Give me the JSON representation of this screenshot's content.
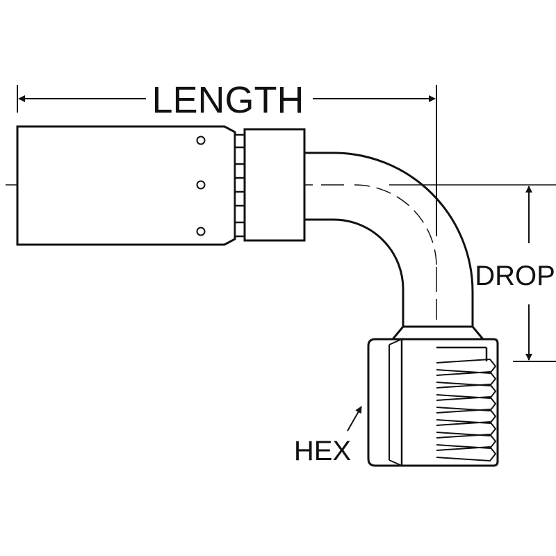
{
  "labels": {
    "length": "LENGTH",
    "drop": "DROP",
    "hex": "HEX"
  },
  "colors": {
    "line": "#111111",
    "background": "#ffffff"
  }
}
